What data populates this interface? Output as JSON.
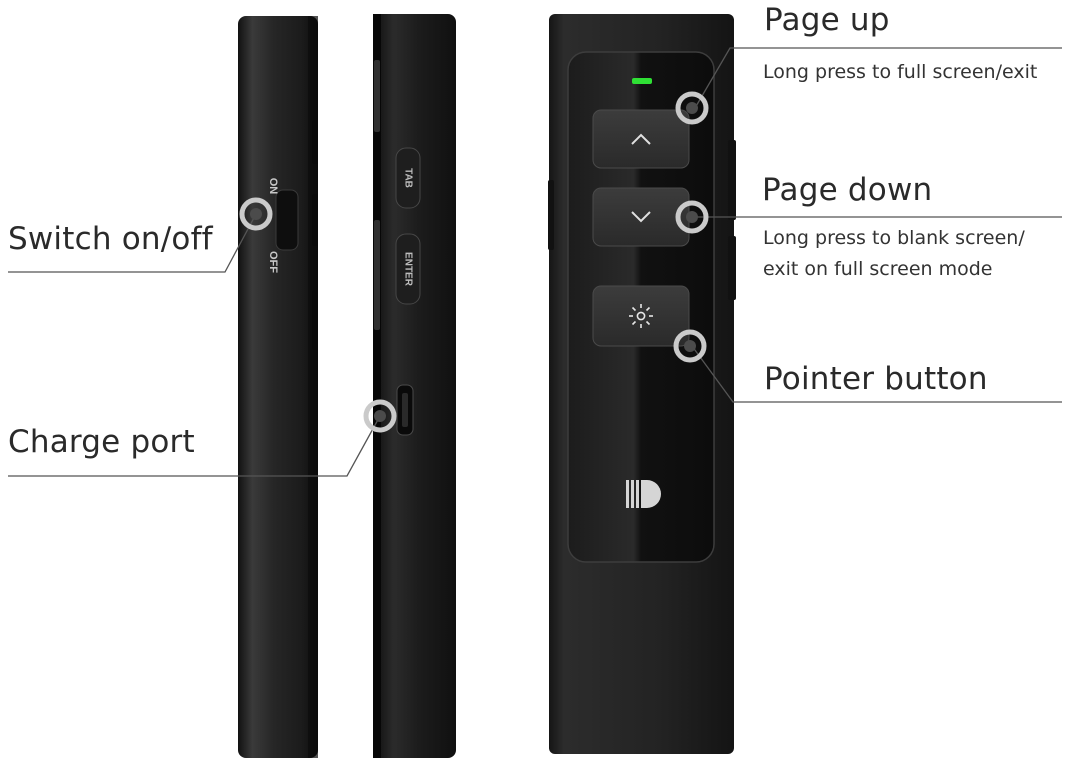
{
  "colors": {
    "body_dark": "#232323",
    "panel": "#2f2f2f",
    "led": "#2fe035",
    "callout_ring": "#c4c4c4",
    "line": "#555555"
  },
  "callouts": {
    "page_up": {
      "title": "Page up",
      "desc": "Long press to full screen/exit"
    },
    "page_down": {
      "title": "Page down",
      "desc_line1": "Long press to blank screen/",
      "desc_line2": "exit on full screen mode"
    },
    "pointer": {
      "title": "Pointer button"
    },
    "switch": {
      "title": "Switch on/off"
    },
    "charge": {
      "title": "Charge port"
    }
  },
  "device_labels": {
    "on": "ON",
    "off": "OFF",
    "tab": "TAB",
    "enter": "ENTER"
  },
  "icons": {
    "up": "chevron-up-icon",
    "down": "chevron-down-icon",
    "pointer": "laser-sun-icon",
    "logo": "brand-logo-icon"
  }
}
